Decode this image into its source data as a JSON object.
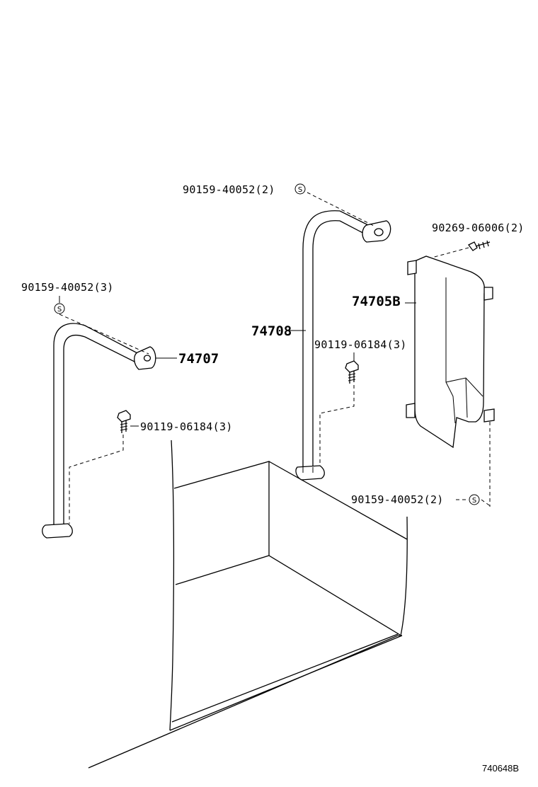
{
  "labels": {
    "nut_top_center": "90159-40052(2)",
    "nut_left": "90159-40052(3)",
    "nut_bottom_right": "90159-40052(2)",
    "clip_top_right": "90269-06006(2)",
    "part_panel": "74705B",
    "part_rail_center": "74708",
    "part_rail_left": "74707",
    "bolt_center": "90119-06184(3)",
    "bolt_left": "90119-06184(3)"
  },
  "symbol_text": "S",
  "reference_code": "740648B",
  "colors": {
    "line": "#000000",
    "background": "#ffffff"
  }
}
